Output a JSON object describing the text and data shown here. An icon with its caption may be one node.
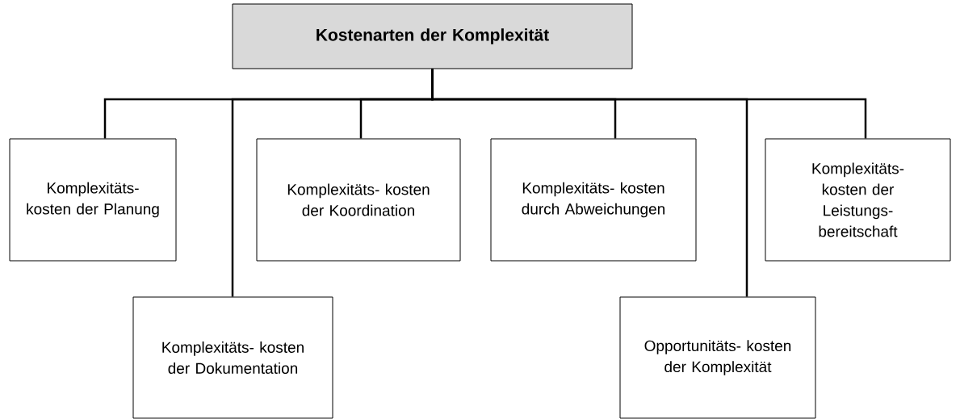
{
  "diagram": {
    "nodes": [
      {
        "text": [
          "Kostenarten der Komplexität"
        ]
      },
      {
        "text": [
          "Komplexitäts- kosten der Planung"
        ]
      },
      {
        "text": [
          "Komplexitäts- kosten der Dokumentation"
        ]
      },
      {
        "text": [
          "Komplexitäts- kosten der Koordination"
        ]
      },
      {
        "text": [
          "Komplexitäts- kosten durch Abweichungen"
        ]
      },
      {
        "text": [
          "Opportunitäts- kosten der Komplexität"
        ]
      },
      {
        "text": [
          "Komplexitäts- kosten der Leistungs- bereitschaft"
        ]
      }
    ],
    "edges": [
      {
        "from": 0,
        "to": 1,
        "arrow": "none"
      },
      {
        "from": 0,
        "to": 2,
        "arrow": "none"
      },
      {
        "from": 0,
        "to": 3,
        "arrow": "none"
      },
      {
        "from": 0,
        "to": 4,
        "arrow": "none"
      },
      {
        "from": 0,
        "to": 5,
        "arrow": "none"
      },
      {
        "from": 0,
        "to": 6,
        "arrow": "none"
      }
    ]
  }
}
